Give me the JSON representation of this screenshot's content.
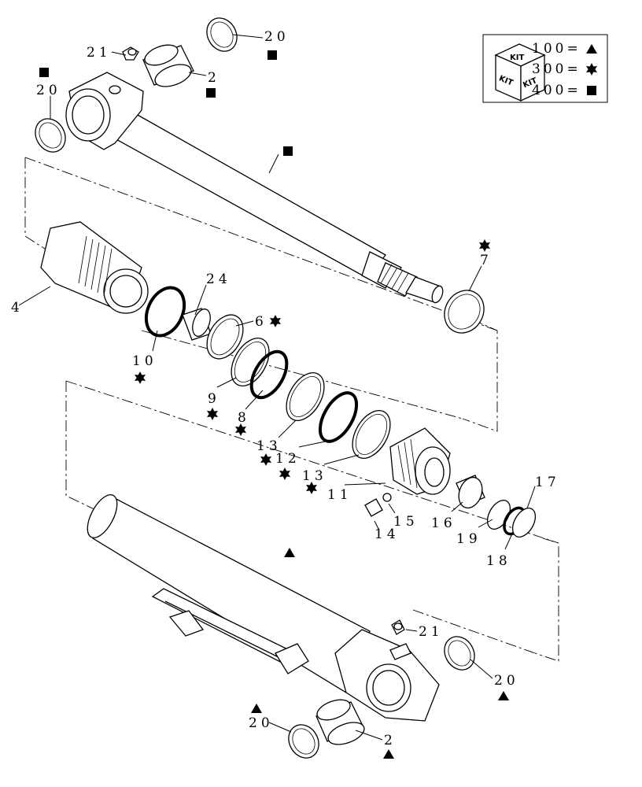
{
  "kit_legend": {
    "cube_text": "KIT",
    "entries": [
      {
        "code": "100=",
        "symbol": "triangle"
      },
      {
        "code": "300=",
        "symbol": "star"
      },
      {
        "code": "400=",
        "symbol": "square"
      }
    ]
  },
  "callouts": [
    {
      "id": "20",
      "text": "20",
      "symbol": "square"
    },
    {
      "id": "21",
      "text": "21",
      "symbol": "none"
    },
    {
      "id": "2",
      "text": "2",
      "symbol": "square"
    },
    {
      "id": "20b",
      "text": "20",
      "symbol": "square"
    },
    {
      "id": "rod",
      "text": "",
      "symbol": "square"
    },
    {
      "id": "4",
      "text": "4",
      "symbol": "none"
    },
    {
      "id": "24",
      "text": "24",
      "symbol": "none"
    },
    {
      "id": "10",
      "text": "10",
      "symbol": "star"
    },
    {
      "id": "6",
      "text": "6",
      "symbol": "star"
    },
    {
      "id": "7",
      "text": "7",
      "symbol": "star"
    },
    {
      "id": "9",
      "text": "9",
      "symbol": "star"
    },
    {
      "id": "8",
      "text": "8",
      "symbol": "star"
    },
    {
      "id": "13",
      "text": "13",
      "symbol": "star"
    },
    {
      "id": "12",
      "text": "12",
      "symbol": "star"
    },
    {
      "id": "13b",
      "text": "13",
      "symbol": "star"
    },
    {
      "id": "11",
      "text": "11",
      "symbol": "none"
    },
    {
      "id": "15",
      "text": "15",
      "symbol": "none"
    },
    {
      "id": "14",
      "text": "14",
      "symbol": "none"
    },
    {
      "id": "16",
      "text": "16",
      "symbol": "none"
    },
    {
      "id": "19",
      "text": "19",
      "symbol": "none"
    },
    {
      "id": "17",
      "text": "17",
      "symbol": "none"
    },
    {
      "id": "18",
      "text": "18",
      "symbol": "none"
    },
    {
      "id": "barrel",
      "text": "",
      "symbol": "triangle"
    },
    {
      "id": "21b",
      "text": "21",
      "symbol": "none"
    },
    {
      "id": "20c",
      "text": "20",
      "symbol": "triangle"
    },
    {
      "id": "20d",
      "text": "20",
      "symbol": "triangle"
    },
    {
      "id": "2b",
      "text": "2",
      "symbol": "triangle"
    }
  ]
}
